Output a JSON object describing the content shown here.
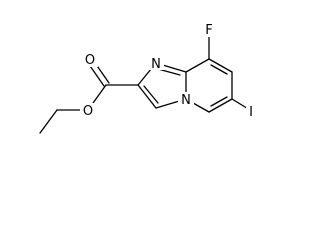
{
  "structure": {
    "atoms": {
      "fluorine": "F",
      "iodine": "I",
      "ring_nitrogen": "N",
      "bridgehead_nitrogen": "N",
      "carbonyl_oxygen": "O",
      "ester_oxygen": "O"
    },
    "colors": {
      "bonds": "#000000",
      "labels": "#000000",
      "background": "#ffffff"
    }
  }
}
